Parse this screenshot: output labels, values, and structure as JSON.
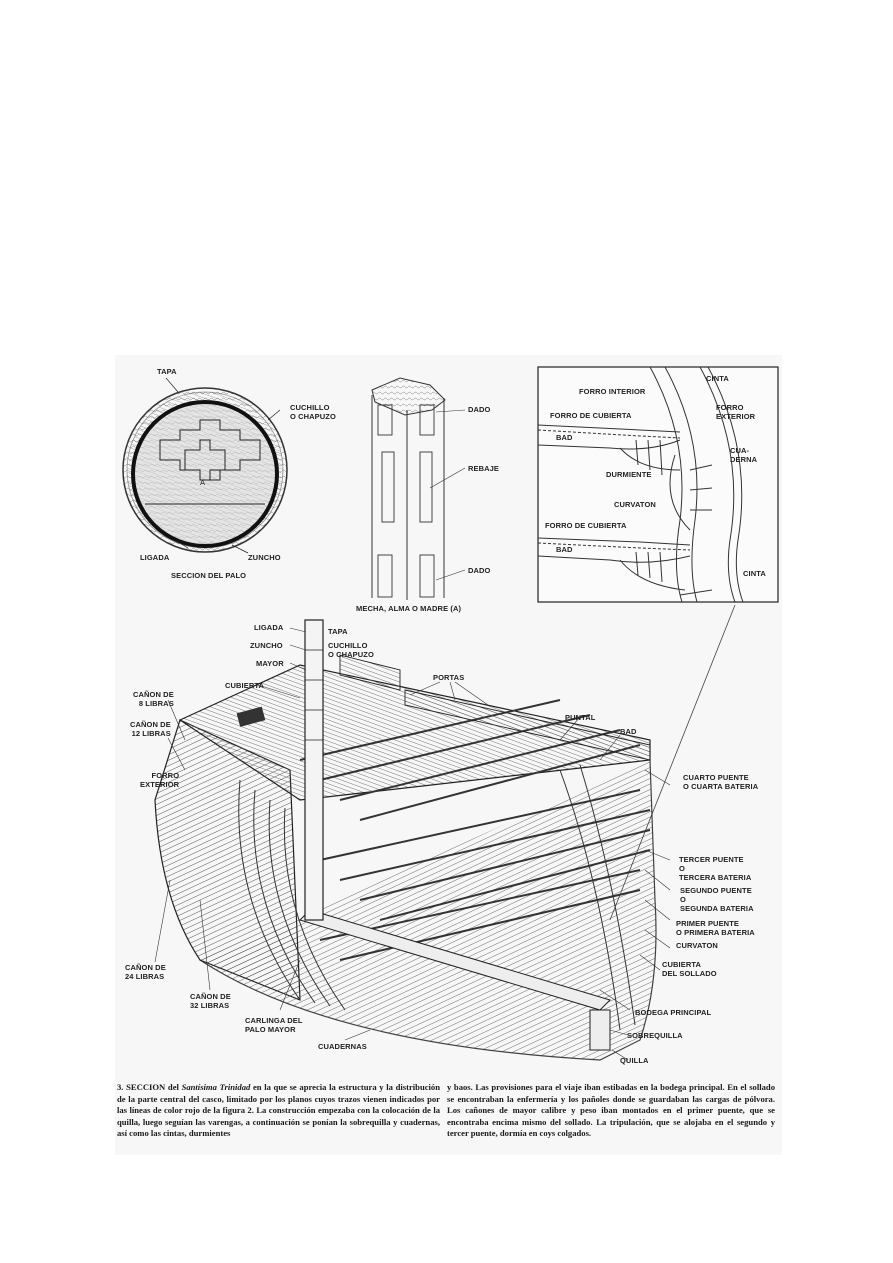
{
  "figure": {
    "number": "3",
    "panels": {
      "mast_section": {
        "title": "SECCION DEL PALO",
        "labels": [
          "TAPA",
          "CUCHILLO\nO CHAPUZO",
          "LIGADA",
          "ZUNCHO"
        ],
        "center_mark": "A"
      },
      "mast_core": {
        "title": "MECHA, ALMA O MADRE (A)",
        "labels": [
          "DADO",
          "REBAJE",
          "DADO"
        ]
      },
      "hull_detail": {
        "labels": [
          "CINTA",
          "FORRO INTERIOR",
          "FORRO\nEXTERIOR",
          "FORRO DE CUBIERTA",
          "BAD",
          "CUA-\nDERNA",
          "DURMIENTE",
          "CURVATON",
          "FORRO DE CUBIERTA",
          "BAD",
          "CINTA"
        ]
      },
      "hull_cutaway": {
        "labels": {
          "ligada": "LIGADA",
          "tapa": "TAPA",
          "zuncho": "ZUNCHO",
          "cuchillo": "CUCHILLO\nO CHAPUZO",
          "mayor": "MAYOR",
          "cubierta": "CUBIERTA",
          "portas": "PORTAS",
          "canon8": "CAÑON DE\n8 LIBRAS",
          "canon12": "CAÑON DE\n12 LIBRAS",
          "forro_exterior": "FORRO\nEXTERIOR",
          "puntal": "PUNTAL",
          "bad": "BAD",
          "cuarto_puente": "CUARTO PUENTE\nO CUARTA BATERIA",
          "tercer_puente": "TERCER PUENTE\nO\nTERCERA BATERIA",
          "segundo_puente": "SEGUNDO PUENTE\nO\nSEGUNDA BATERIA",
          "primer_puente": "PRIMER PUENTE\nO PRIMERA BATERIA",
          "curvaton": "CURVATON",
          "cubierta_sollado": "CUBIERTA\nDEL SOLLADO",
          "bodega": "BODEGA PRINCIPAL",
          "sobrequilla": "SOBREQUILLA",
          "quilla": "QUILLA",
          "canon24": "CAÑON DE\n24 LIBRAS",
          "canon32": "CAÑON DE\n32 LIBRAS",
          "carlinga": "CARLINGA DEL\nPALO MAYOR",
          "cuadernas": "CUADERNAS"
        }
      }
    },
    "caption": {
      "lead": "3. SECCION del ",
      "ship_name": "Santísima Trinidad",
      "left_text": " en la que se aprecia la estructura y la distribución de la parte central del casco, limitado por los planos cuyos trazos vienen indicados por las líneas de color rojo de la figura 2. La construcción empezaba con la colocación de la quilla, luego seguían las varengas, a continuación se ponían la sobrequilla y cuadernas, así como las cintas, durmientes",
      "right_text": "y baos. Las provisiones para el viaje iban estibadas en la bodega principal. En el sollado se encontraban la enfermería y los pañoles donde se guardaban las cargas de pólvora. Los cañones de mayor calibre y peso iban montados en el primer puente, que se encontraba encima mismo del sollado. La tripulación, que se alojaba en el segundo y tercer puente, dormía en coys colgados."
    }
  }
}
